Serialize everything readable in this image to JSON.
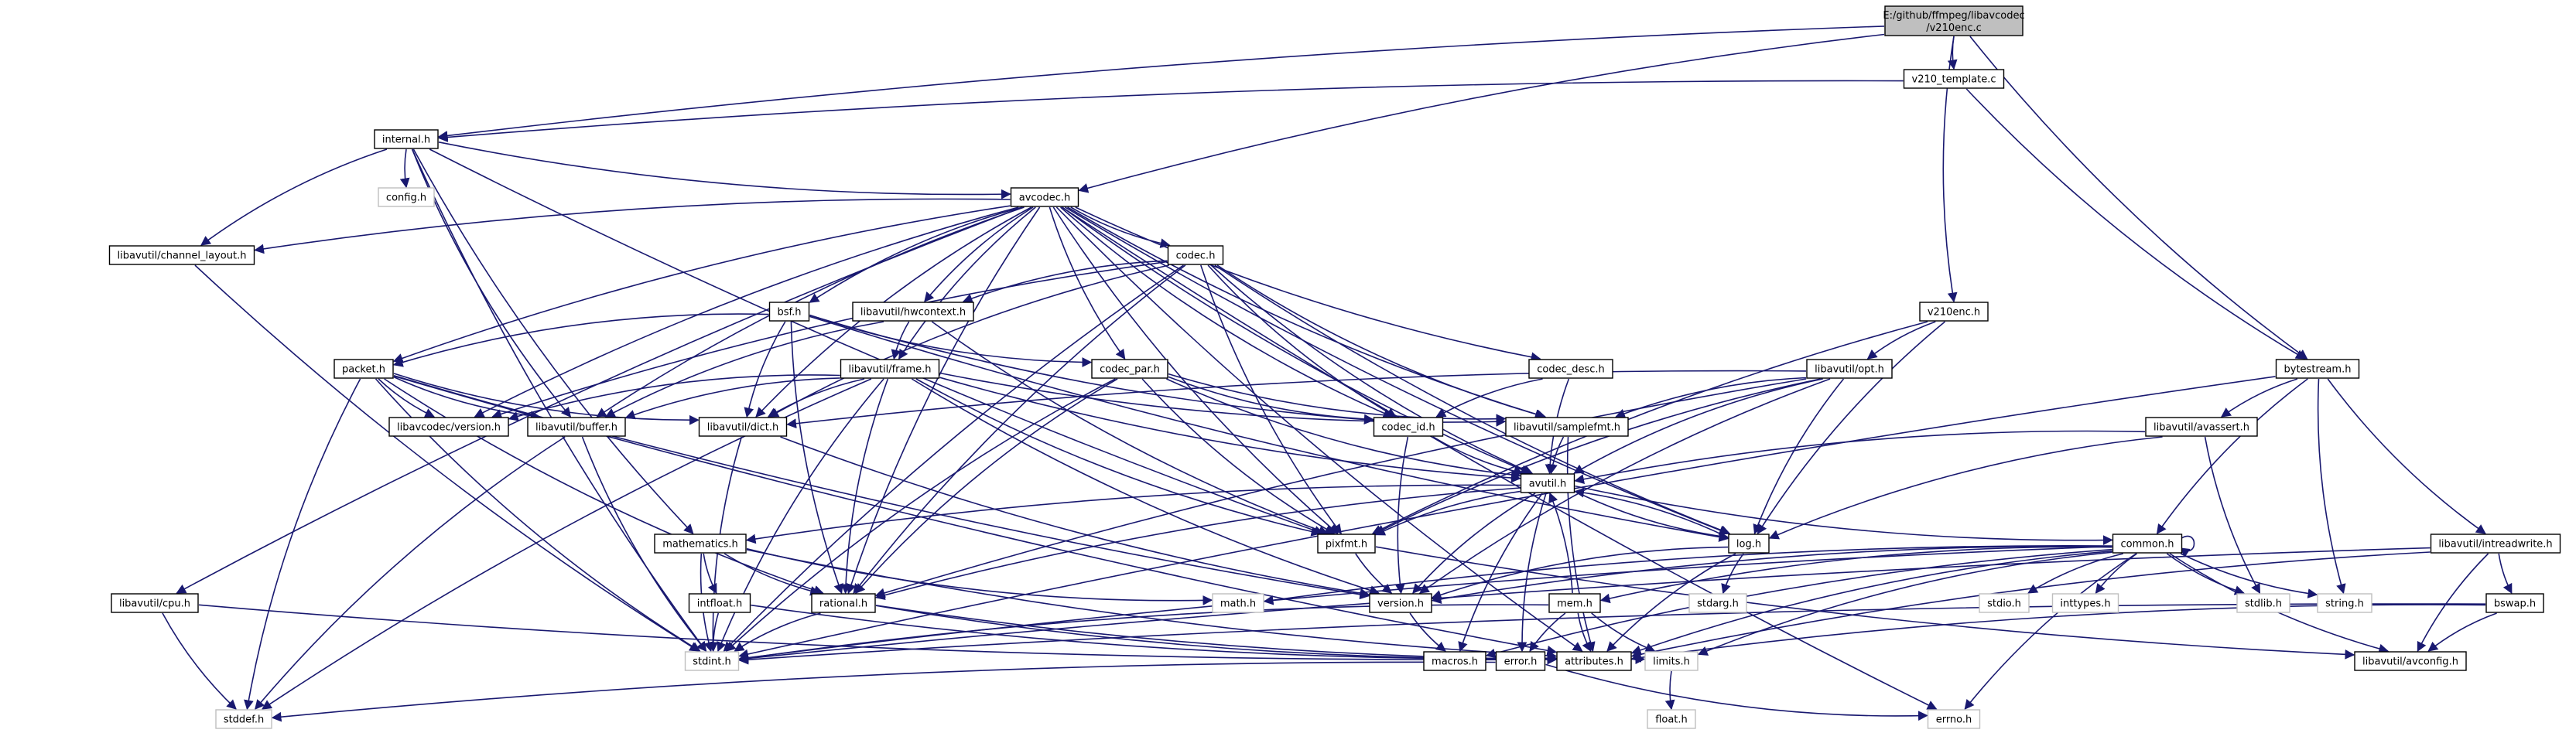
{
  "graph": {
    "root_lines": [
      "E:/github/ffmpeg/libavcodec",
      "/v210enc.c"
    ],
    "nodes": [
      {
        "id": "v210_template",
        "label": "v210_template.c",
        "type": "local"
      },
      {
        "id": "internal",
        "label": "internal.h",
        "type": "local"
      },
      {
        "id": "config",
        "label": "config.h",
        "type": "system"
      },
      {
        "id": "avcodec",
        "label": "avcodec.h",
        "type": "local"
      },
      {
        "id": "channel_layout",
        "label": "libavutil/channel_layout.h",
        "type": "local"
      },
      {
        "id": "codec",
        "label": "codec.h",
        "type": "local"
      },
      {
        "id": "hwcontext",
        "label": "libavutil/hwcontext.h",
        "type": "local"
      },
      {
        "id": "bsf",
        "label": "bsf.h",
        "type": "local"
      },
      {
        "id": "v210enc",
        "label": "v210enc.h",
        "type": "local"
      },
      {
        "id": "bytestream",
        "label": "bytestream.h",
        "type": "local"
      },
      {
        "id": "packet",
        "label": "packet.h",
        "type": "local"
      },
      {
        "id": "frame",
        "label": "libavutil/frame.h",
        "type": "local"
      },
      {
        "id": "codec_par",
        "label": "codec_par.h",
        "type": "local"
      },
      {
        "id": "codec_desc",
        "label": "codec_desc.h",
        "type": "local"
      },
      {
        "id": "opt",
        "label": "libavutil/opt.h",
        "type": "local"
      },
      {
        "id": "avassert",
        "label": "libavutil/avassert.h",
        "type": "local"
      },
      {
        "id": "lavc_version",
        "label": "libavcodec/version.h",
        "type": "local"
      },
      {
        "id": "buffer",
        "label": "libavutil/buffer.h",
        "type": "local"
      },
      {
        "id": "dict",
        "label": "libavutil/dict.h",
        "type": "local"
      },
      {
        "id": "codec_id",
        "label": "codec_id.h",
        "type": "local"
      },
      {
        "id": "samplefmt",
        "label": "libavutil/samplefmt.h",
        "type": "local"
      },
      {
        "id": "avutil",
        "label": "avutil.h",
        "type": "local"
      },
      {
        "id": "mathematics",
        "label": "mathematics.h",
        "type": "local"
      },
      {
        "id": "pixfmt",
        "label": "pixfmt.h",
        "type": "local"
      },
      {
        "id": "log",
        "label": "log.h",
        "type": "local"
      },
      {
        "id": "common",
        "label": "common.h",
        "type": "local"
      },
      {
        "id": "intreadwrite",
        "label": "libavutil/intreadwrite.h",
        "type": "local"
      },
      {
        "id": "cpu",
        "label": "libavutil/cpu.h",
        "type": "local"
      },
      {
        "id": "intfloat",
        "label": "intfloat.h",
        "type": "local"
      },
      {
        "id": "rational",
        "label": "rational.h",
        "type": "local"
      },
      {
        "id": "math",
        "label": "math.h",
        "type": "system"
      },
      {
        "id": "version",
        "label": "version.h",
        "type": "local"
      },
      {
        "id": "mem",
        "label": "mem.h",
        "type": "local"
      },
      {
        "id": "stdarg",
        "label": "stdarg.h",
        "type": "system"
      },
      {
        "id": "stdio",
        "label": "stdio.h",
        "type": "system"
      },
      {
        "id": "inttypes",
        "label": "inttypes.h",
        "type": "system"
      },
      {
        "id": "stdlib",
        "label": "stdlib.h",
        "type": "system"
      },
      {
        "id": "string",
        "label": "string.h",
        "type": "system"
      },
      {
        "id": "bswap",
        "label": "bswap.h",
        "type": "local"
      },
      {
        "id": "stdint",
        "label": "stdint.h",
        "type": "system"
      },
      {
        "id": "macros",
        "label": "macros.h",
        "type": "local"
      },
      {
        "id": "error",
        "label": "error.h",
        "type": "local"
      },
      {
        "id": "attributes",
        "label": "attributes.h",
        "type": "local"
      },
      {
        "id": "limits",
        "label": "limits.h",
        "type": "system"
      },
      {
        "id": "avconfig",
        "label": "libavutil/avconfig.h",
        "type": "local"
      },
      {
        "id": "stddef",
        "label": "stddef.h",
        "type": "system"
      },
      {
        "id": "errno",
        "label": "errno.h",
        "type": "system"
      },
      {
        "id": "float",
        "label": "float.h",
        "type": "system"
      }
    ],
    "edges": [
      [
        "root",
        "v210_template"
      ],
      [
        "root",
        "internal"
      ],
      [
        "root",
        "avcodec"
      ],
      [
        "root",
        "v210enc"
      ],
      [
        "root",
        "bytestream"
      ],
      [
        "v210_template",
        "bytestream"
      ],
      [
        "v210_template",
        "internal"
      ],
      [
        "internal",
        "config"
      ],
      [
        "internal",
        "avcodec"
      ],
      [
        "internal",
        "channel_layout"
      ],
      [
        "internal",
        "buffer"
      ],
      [
        "internal",
        "stdint"
      ],
      [
        "internal",
        "mathematics"
      ],
      [
        "internal",
        "pixfmt"
      ],
      [
        "avcodec",
        "channel_layout"
      ],
      [
        "avcodec",
        "codec"
      ],
      [
        "avcodec",
        "hwcontext"
      ],
      [
        "avcodec",
        "bsf"
      ],
      [
        "avcodec",
        "packet"
      ],
      [
        "avcodec",
        "frame"
      ],
      [
        "avcodec",
        "codec_par"
      ],
      [
        "avcodec",
        "codec_desc"
      ],
      [
        "avcodec",
        "lavc_version"
      ],
      [
        "avcodec",
        "buffer"
      ],
      [
        "avcodec",
        "dict"
      ],
      [
        "avcodec",
        "codec_id"
      ],
      [
        "avcodec",
        "samplefmt"
      ],
      [
        "avcodec",
        "avutil"
      ],
      [
        "avcodec",
        "pixfmt"
      ],
      [
        "avcodec",
        "log"
      ],
      [
        "avcodec",
        "cpu"
      ],
      [
        "avcodec",
        "attributes"
      ],
      [
        "avcodec",
        "rational"
      ],
      [
        "avcodec",
        "errno"
      ],
      [
        "channel_layout",
        "stdint"
      ],
      [
        "codec",
        "hwcontext"
      ],
      [
        "codec",
        "lavc_version"
      ],
      [
        "codec",
        "codec_id"
      ],
      [
        "codec",
        "samplefmt"
      ],
      [
        "codec",
        "avutil"
      ],
      [
        "codec",
        "pixfmt"
      ],
      [
        "codec",
        "log"
      ],
      [
        "codec",
        "rational"
      ],
      [
        "codec",
        "stdint"
      ],
      [
        "codec",
        "dict"
      ],
      [
        "hwcontext",
        "frame"
      ],
      [
        "hwcontext",
        "buffer"
      ],
      [
        "hwcontext",
        "pixfmt"
      ],
      [
        "bsf",
        "packet"
      ],
      [
        "bsf",
        "codec_id"
      ],
      [
        "bsf",
        "codec_par"
      ],
      [
        "bsf",
        "dict"
      ],
      [
        "bsf",
        "log"
      ],
      [
        "bsf",
        "rational"
      ],
      [
        "v210enc",
        "opt"
      ],
      [
        "v210enc",
        "log"
      ],
      [
        "v210enc",
        "pixfmt"
      ],
      [
        "bytestream",
        "avassert"
      ],
      [
        "bytestream",
        "intreadwrite"
      ],
      [
        "bytestream",
        "common"
      ],
      [
        "bytestream",
        "string"
      ],
      [
        "bytestream",
        "stdint"
      ],
      [
        "packet",
        "lavc_version"
      ],
      [
        "packet",
        "buffer"
      ],
      [
        "packet",
        "dict"
      ],
      [
        "packet",
        "rational"
      ],
      [
        "packet",
        "stdint"
      ],
      [
        "packet",
        "stddef"
      ],
      [
        "packet",
        "attributes"
      ],
      [
        "packet",
        "version"
      ],
      [
        "frame",
        "buffer"
      ],
      [
        "frame",
        "dict"
      ],
      [
        "frame",
        "rational"
      ],
      [
        "frame",
        "samplefmt"
      ],
      [
        "frame",
        "avutil"
      ],
      [
        "frame",
        "pixfmt"
      ],
      [
        "frame",
        "version"
      ],
      [
        "frame",
        "stdint"
      ],
      [
        "frame",
        "stddef"
      ],
      [
        "frame",
        "lavc_version"
      ],
      [
        "codec_par",
        "codec_id"
      ],
      [
        "codec_par",
        "avutil"
      ],
      [
        "codec_par",
        "pixfmt"
      ],
      [
        "codec_par",
        "rational"
      ],
      [
        "codec_par",
        "samplefmt"
      ],
      [
        "codec_par",
        "stdint"
      ],
      [
        "codec_desc",
        "codec_id"
      ],
      [
        "codec_desc",
        "avutil"
      ],
      [
        "opt",
        "dict"
      ],
      [
        "opt",
        "samplefmt"
      ],
      [
        "opt",
        "avutil"
      ],
      [
        "opt",
        "pixfmt"
      ],
      [
        "opt",
        "log"
      ],
      [
        "opt",
        "rational"
      ],
      [
        "opt",
        "version"
      ],
      [
        "avassert",
        "avutil"
      ],
      [
        "avassert",
        "log"
      ],
      [
        "avassert",
        "stdlib"
      ],
      [
        "buffer",
        "stdint"
      ],
      [
        "buffer",
        "stddef"
      ],
      [
        "dict",
        "stdint"
      ],
      [
        "dict",
        "version"
      ],
      [
        "codec_id",
        "avutil"
      ],
      [
        "codec_id",
        "version"
      ],
      [
        "samplefmt",
        "avutil"
      ],
      [
        "samplefmt",
        "attributes"
      ],
      [
        "avutil",
        "common"
      ],
      [
        "avutil",
        "error"
      ],
      [
        "avutil",
        "version"
      ],
      [
        "avutil",
        "macros"
      ],
      [
        "avutil",
        "mathematics"
      ],
      [
        "avutil",
        "rational"
      ],
      [
        "avutil",
        "log"
      ],
      [
        "avutil",
        "pixfmt"
      ],
      [
        "mathematics",
        "stdint"
      ],
      [
        "mathematics",
        "math"
      ],
      [
        "mathematics",
        "attributes"
      ],
      [
        "mathematics",
        "rational"
      ],
      [
        "mathematics",
        "intfloat"
      ],
      [
        "pixfmt",
        "version"
      ],
      [
        "pixfmt",
        "avconfig"
      ],
      [
        "log",
        "stdarg"
      ],
      [
        "log",
        "attributes"
      ],
      [
        "log",
        "version"
      ],
      [
        "log",
        "avutil"
      ],
      [
        "common",
        "errno"
      ],
      [
        "common",
        "inttypes"
      ],
      [
        "common",
        "limits"
      ],
      [
        "common",
        "math"
      ],
      [
        "common",
        "stdint"
      ],
      [
        "common",
        "stdio"
      ],
      [
        "common",
        "stdlib"
      ],
      [
        "common",
        "string"
      ],
      [
        "common",
        "attributes"
      ],
      [
        "common",
        "macros"
      ],
      [
        "common",
        "version"
      ],
      [
        "common",
        "avconfig"
      ],
      [
        "common",
        "mem"
      ],
      [
        "common",
        "common"
      ],
      [
        "intreadwrite",
        "stdint"
      ],
      [
        "intreadwrite",
        "avconfig"
      ],
      [
        "intreadwrite",
        "attributes"
      ],
      [
        "intreadwrite",
        "bswap"
      ],
      [
        "cpu",
        "stddef"
      ],
      [
        "cpu",
        "attributes"
      ],
      [
        "intfloat",
        "stdint"
      ],
      [
        "intfloat",
        "attributes"
      ],
      [
        "rational",
        "stdint"
      ],
      [
        "rational",
        "limits"
      ],
      [
        "rational",
        "attributes"
      ],
      [
        "version",
        "macros"
      ],
      [
        "mem",
        "attributes"
      ],
      [
        "mem",
        "error"
      ],
      [
        "mem",
        "avutil"
      ],
      [
        "mem",
        "stdint"
      ],
      [
        "mem",
        "limits"
      ],
      [
        "bswap",
        "stdint"
      ],
      [
        "bswap",
        "avconfig"
      ],
      [
        "bswap",
        "attributes"
      ],
      [
        "error",
        "errno"
      ],
      [
        "error",
        "stddef"
      ],
      [
        "limits",
        "float"
      ]
    ]
  }
}
